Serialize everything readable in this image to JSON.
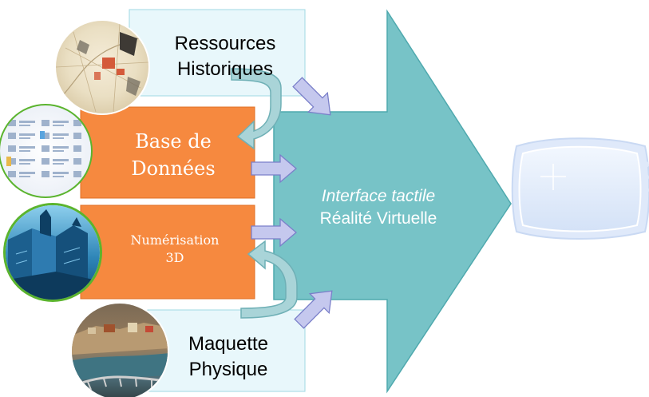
{
  "nodes": {
    "historical": {
      "line1": "Ressources",
      "line2": "Historiques"
    },
    "database": {
      "line1": "Base de",
      "line2": "Données"
    },
    "digitization": {
      "line1": "Numérisation",
      "line2": "3D"
    },
    "model": {
      "line1": "Maquette",
      "line2": "Physique"
    }
  },
  "target": {
    "line1": "Interface tactile",
    "line2": "Réalité Virtuelle"
  },
  "colors": {
    "main_arrow": "#77c3c7",
    "main_arrow_stroke": "#4fa9ae",
    "orange_box": "#f6893f",
    "light_box": "#e8f7fb",
    "light_box_stroke": "#9fd8e3",
    "small_arrow": "#c5c8ee",
    "small_arrow_stroke": "#7a7fc9",
    "curved_arrow": "#a9d4d8",
    "curved_arrow_stroke": "#6fb0b6",
    "screen_blue": "#dfe9fa",
    "screen_stroke": "#c9d9f3",
    "thumb_ring": "#5bb42e"
  },
  "icons": {
    "historical_thumb": "historical-map-icon",
    "database_thumb": "database-records-icon",
    "digitization_thumb": "3d-city-model-icon",
    "model_thumb": "physical-model-photo-icon",
    "screen": "touch-screen-icon"
  }
}
